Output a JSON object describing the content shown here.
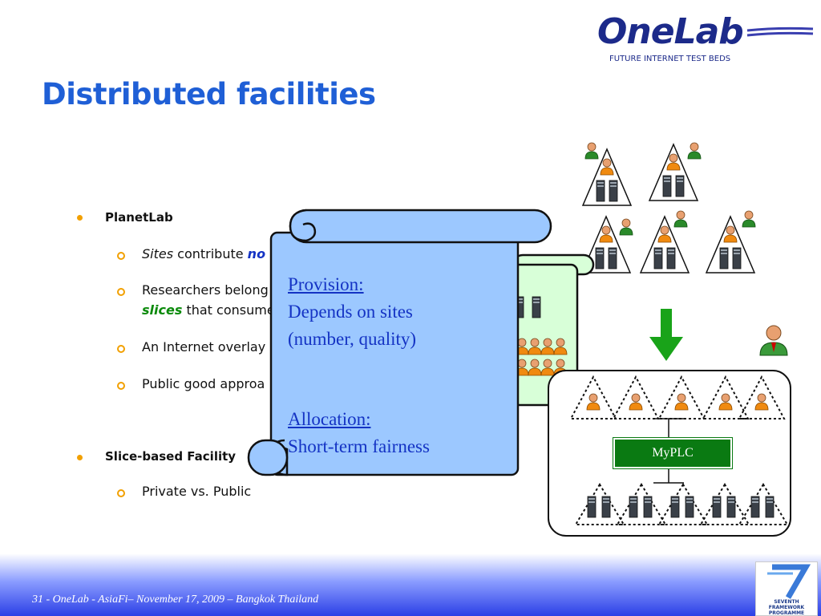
{
  "title": "Distributed facilities",
  "logo": {
    "name": "OneLab",
    "tagline": "FUTURE INTERNET TEST BEDS"
  },
  "bullets": {
    "planetlab": "PlanetLab",
    "sites": "Sites",
    "contribute": " contribute ",
    "nodes_partial": "no",
    "researchers": "Researchers belong",
    "slices": "slices",
    "consume": " that consume",
    "overlay": "An Internet overlay",
    "public_good": "Public good approa",
    "slice_based": "Slice-based Facility",
    "private_public": "Private vs. Public"
  },
  "scroll": {
    "provision_title": "Provision:",
    "provision_line1": "Depends on sites",
    "provision_line2": "(number, quality)",
    "allocation_title": "Allocation:",
    "allocation_line1": "Short-term fairness"
  },
  "diagram": {
    "myplc_label": "MyPLC"
  },
  "footer": {
    "text": "31 - OneLab -  AsiaFi– November 17, 2009 – Bangkok Thailand",
    "badge_line1": "SEVENTH FRAMEWORK",
    "badge_line2": "PROGRAMME"
  },
  "colors": {
    "title_blue": "#1f5fd6",
    "bullet_orange": "#f2a000",
    "scroll_blue": "#9cc8ff",
    "myplc_green": "#0a7a12",
    "arrow_green": "#19a319"
  }
}
